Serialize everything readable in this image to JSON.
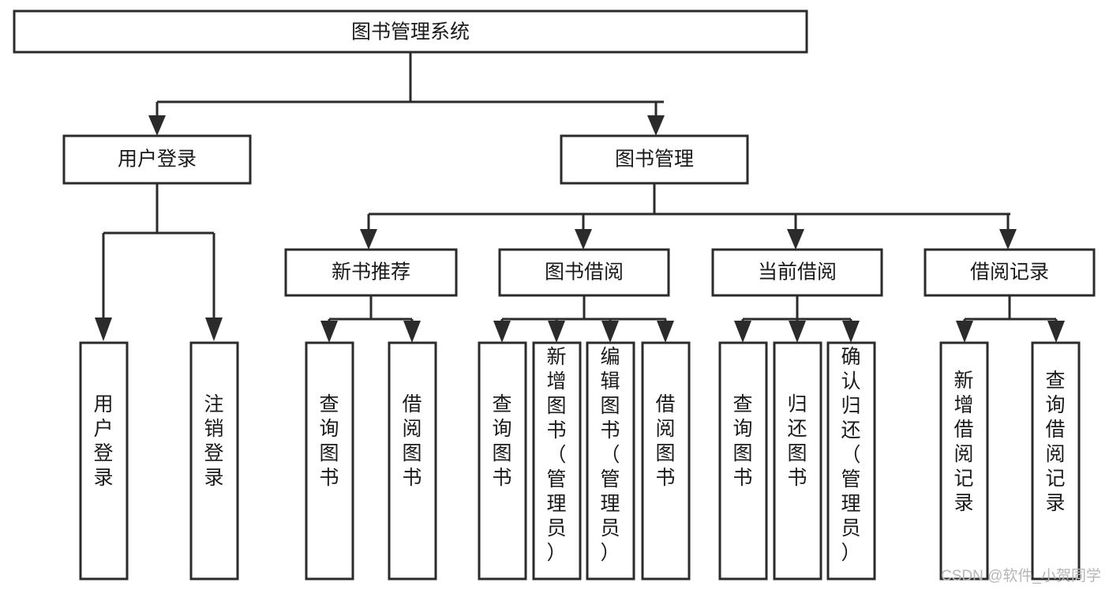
{
  "diagram": {
    "title": "图书管理系统",
    "type": "tree",
    "orientation": "top-down",
    "watermark": "CSDN @软件_小贺同学",
    "colors": {
      "stroke": "#2b2b2b",
      "fill": "#ffffff",
      "text": "#1a1a1a",
      "watermark": "#b6b6b6",
      "background": "#ffffff"
    },
    "levels": [
      {
        "level": 1,
        "nodes": [
          {
            "id": "root",
            "label": "图书管理系统",
            "orient": "horizontal"
          }
        ]
      },
      {
        "level": 2,
        "nodes": [
          {
            "id": "login",
            "label": "用户登录",
            "orient": "horizontal",
            "parent": "root"
          },
          {
            "id": "bookmgmt",
            "label": "图书管理",
            "orient": "horizontal",
            "parent": "root"
          }
        ]
      },
      {
        "level": 3,
        "nodes": [
          {
            "id": "newbook",
            "label": "新书推荐",
            "orient": "horizontal",
            "parent": "bookmgmt"
          },
          {
            "id": "borrow",
            "label": "图书借阅",
            "orient": "horizontal",
            "parent": "bookmgmt"
          },
          {
            "id": "current",
            "label": "当前借阅",
            "orient": "horizontal",
            "parent": "bookmgmt"
          },
          {
            "id": "records",
            "label": "借阅记录",
            "orient": "horizontal",
            "parent": "bookmgmt"
          }
        ]
      },
      {
        "level": 4,
        "nodes": [
          {
            "id": "leaf-user-login",
            "label": "用户登录",
            "orient": "vertical",
            "parent": "login"
          },
          {
            "id": "leaf-user-logout",
            "label": "注销登录",
            "orient": "vertical",
            "parent": "login"
          },
          {
            "id": "leaf-query-book-1",
            "label": "查询图书",
            "orient": "vertical",
            "parent": "newbook"
          },
          {
            "id": "leaf-borrow-book-1",
            "label": "借阅图书",
            "orient": "vertical",
            "parent": "newbook"
          },
          {
            "id": "leaf-query-book-2",
            "label": "查询图书",
            "orient": "vertical",
            "parent": "borrow"
          },
          {
            "id": "leaf-add-book",
            "label": "新增图书（管理员）",
            "orient": "vertical",
            "parent": "borrow"
          },
          {
            "id": "leaf-edit-book",
            "label": "编辑图书（管理员）",
            "orient": "vertical",
            "parent": "borrow"
          },
          {
            "id": "leaf-borrow-book-2",
            "label": "借阅图书",
            "orient": "vertical",
            "parent": "borrow"
          },
          {
            "id": "leaf-query-book-3",
            "label": "查询图书",
            "orient": "vertical",
            "parent": "current"
          },
          {
            "id": "leaf-return-book",
            "label": "归还图书",
            "orient": "vertical",
            "parent": "current"
          },
          {
            "id": "leaf-confirm-return",
            "label": "确认归还（管理员）",
            "orient": "vertical",
            "parent": "current"
          },
          {
            "id": "leaf-add-record",
            "label": "新增借阅记录",
            "orient": "vertical",
            "parent": "records"
          },
          {
            "id": "leaf-query-record",
            "label": "查询借阅记录",
            "orient": "vertical",
            "parent": "records"
          }
        ]
      }
    ]
  }
}
